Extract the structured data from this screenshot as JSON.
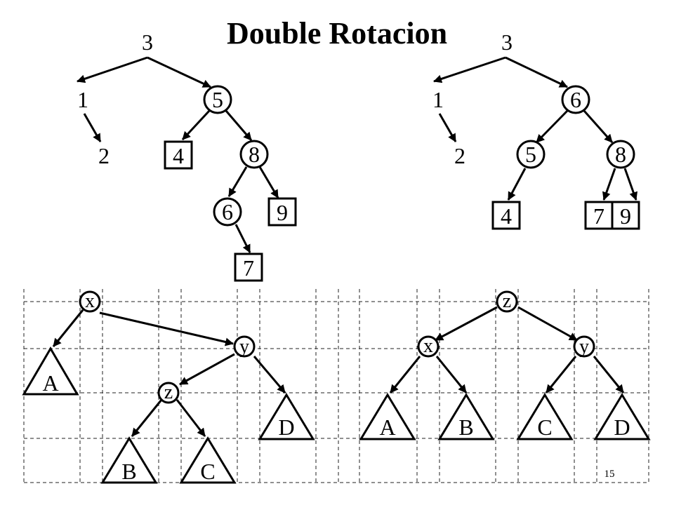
{
  "title": "Double Rotacion",
  "page_number": "15",
  "top_left_tree": {
    "root": "3",
    "n1": "1",
    "n2": "2",
    "n5": "5",
    "n4": "4",
    "n8": "8",
    "n6": "6",
    "n9": "9",
    "n7": "7"
  },
  "top_right_tree": {
    "root": "3",
    "n1": "1",
    "n2": "2",
    "n6": "6",
    "n5": "5",
    "n8": "8",
    "n4": "4",
    "n7": "7",
    "n9": "9"
  },
  "bottom_left_tree": {
    "x": "x",
    "y": "y",
    "z": "z",
    "A": "A",
    "B": "B",
    "C": "C",
    "D": "D"
  },
  "bottom_right_tree": {
    "z": "z",
    "x": "x",
    "y": "y",
    "A": "A",
    "B": "B",
    "C": "C",
    "D": "D"
  }
}
